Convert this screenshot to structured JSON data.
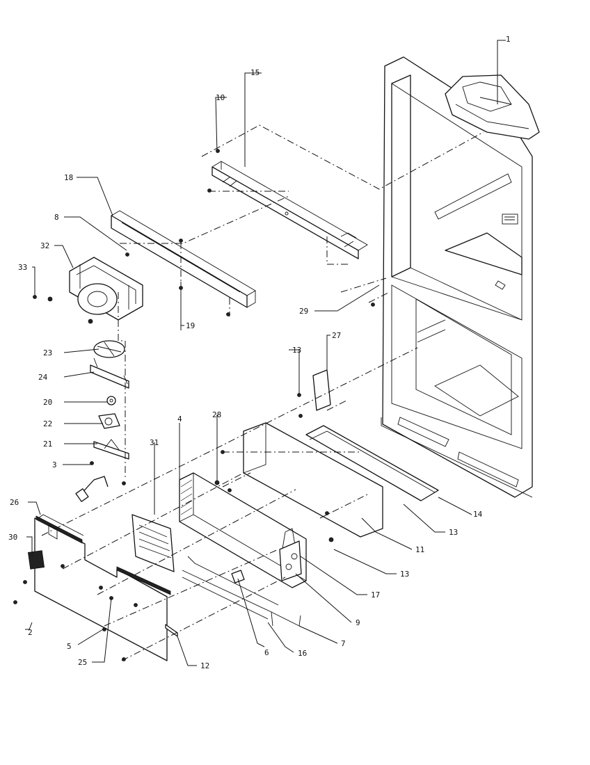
{
  "callouts": [
    "1",
    "2",
    "3",
    "4",
    "5",
    "6",
    "7",
    "8",
    "9",
    "10",
    "11",
    "12",
    "13",
    "14",
    "15",
    "16",
    "17",
    "18",
    "19",
    "20",
    "21",
    "22",
    "23",
    "24",
    "25",
    "26",
    "27",
    "28",
    "29",
    "30",
    "31",
    "32",
    "33"
  ],
  "repeat_labels": {
    "thirteen_b": "13",
    "thirteen_c": "13"
  }
}
